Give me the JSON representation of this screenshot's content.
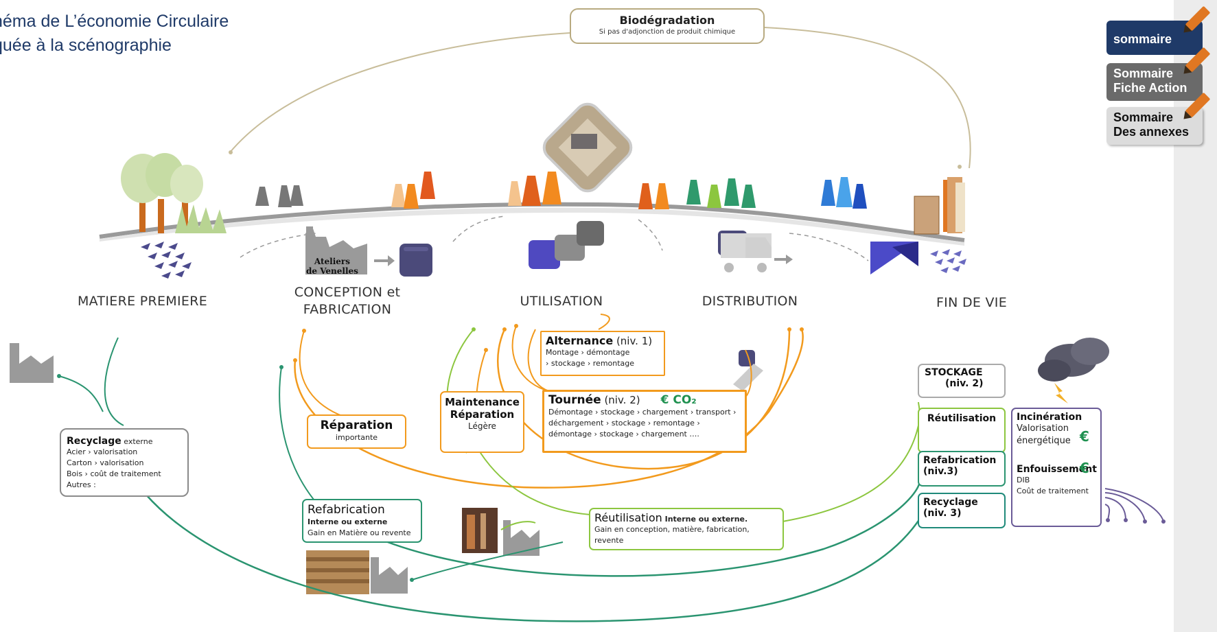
{
  "title": {
    "line1": "héma de L’économie Circulaire",
    "line2": "quée à la scénographie"
  },
  "biodegradation": {
    "title": "Biodégradation",
    "subtitle": "Si pas d'adjonction de produit chimique"
  },
  "stages": [
    {
      "label": "MATIERE PREMIERE"
    },
    {
      "label": "CONCEPTION et FABRICATION"
    },
    {
      "label": "UTILISATION"
    },
    {
      "label": "DISTRIBUTION"
    },
    {
      "label": "FIN DE VIE"
    }
  ],
  "ateliers": {
    "line1": "Ateliers",
    "line2": "de Venelles"
  },
  "nav": {
    "sommaire": "sommaire",
    "fiche_line1": "Sommaire",
    "fiche_line2": "Fiche Action",
    "annexes_line1": "Sommaire",
    "annexes_line2": "Des annexes"
  },
  "boxes": {
    "alternance": {
      "title": "Alternance",
      "level": " (niv. 1)",
      "line1": "Montage › démontage",
      "line2": "› stockage › remontage"
    },
    "tournee": {
      "title": "Tournée",
      "level": " (niv. 2)",
      "co2": "€  CO₂",
      "line1": "Démontage › stockage › chargement › transport ›",
      "line2": "déchargement › stockage › remontage ›",
      "line3": "démontage › stockage › chargement …."
    },
    "maintenance": {
      "line1": "Maintenance",
      "line2": "Réparation",
      "line3": "Légère"
    },
    "reparation": {
      "title": "Réparation",
      "sub": "importante"
    },
    "recyclage_ext": {
      "title": "Recyclage",
      "title_suffix": " externe",
      "line1": "Acier › valorisation",
      "line2": "Carton › valorisation",
      "line3": "Bois › coût de traitement",
      "line4": "Autres   :"
    },
    "refabrication_left": {
      "title": "Refabrication",
      "line1": "Interne ou externe",
      "line2": "Gain en Matière ou revente"
    },
    "reutilisation_center": {
      "title": "Réutilisation",
      "title_suffix": " Interne ou externe.",
      "line1": "Gain en conception, matière, fabrication,",
      "line2": "revente"
    },
    "stockage": {
      "line1": "STOCKAGE",
      "line2": "(niv. 2)"
    },
    "reutilisation_right": {
      "title": "Réutilisation"
    },
    "refabrication_right": {
      "line1": "Refabrication",
      "line2": "(niv.3)"
    },
    "recyclage_right": {
      "line1": "Recyclage",
      "line2": "(niv. 3)"
    },
    "incineration": {
      "title": "Incinération",
      "line1": "Valorisation",
      "line2": "énergétique",
      "title2": "Enfouissement",
      "line3": "DIB",
      "line4": "Coût de traitement",
      "euro": "€"
    }
  },
  "colors": {
    "orange": "#f29a1d",
    "green": "#2a9470",
    "lime": "#8cc63f",
    "purple": "#6a5b97",
    "navy": "#1f3a68",
    "euro_green": "#1f9150"
  }
}
